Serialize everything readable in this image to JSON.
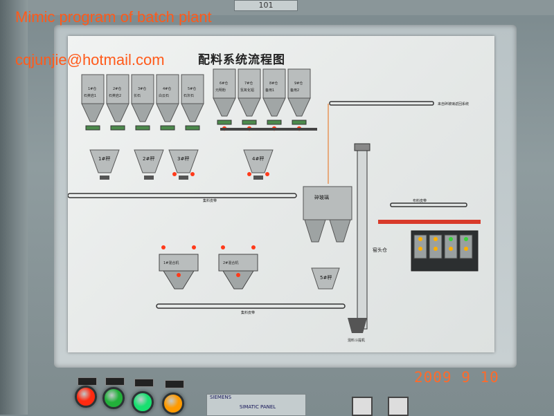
{
  "overlay": {
    "title": "Mimic program of batch plant",
    "email": "cqjunjie@hotmail.com",
    "date": "2009  9 10"
  },
  "cabinet": {
    "tag": "101"
  },
  "panel": {
    "heading": "配料系统流程图",
    "silos": [
      "1#仓",
      "2#仓",
      "3#仓",
      "4#仓",
      "5#仓",
      "6#仓",
      "7#仓",
      "8#仓",
      "9#仓"
    ],
    "silo_materials": [
      "石英岩1",
      "石英岩2",
      "长石",
      "白云石",
      "石灰石",
      "元明粉",
      "氢氧化铝",
      "备用1",
      "备用2"
    ],
    "scales": [
      "1#秤",
      "2#秤",
      "3#秤",
      "4#秤",
      "5#秤"
    ],
    "mixers": [
      "1#混合机",
      "2#混合机"
    ],
    "cullet_bin": "碎玻璃",
    "kiln_bin": "窑头仓",
    "belt_labels": {
      "top_return": "来自碎玻璃返回系统",
      "main_belt": "集料皮带",
      "lower_belt": "集料皮带",
      "elevator": "混料斗提机",
      "fan": "布料皮带"
    },
    "colors": {
      "alarm_red": "#ff3a1a",
      "run_green": "#39d23a",
      "amber": "#ffb000"
    }
  },
  "controls": {
    "buttons": [
      {
        "color": "#ff2a10"
      },
      {
        "color": "#22b03a"
      },
      {
        "color": "#18e070"
      },
      {
        "color": "#ff9a00"
      }
    ],
    "hmi_brand": "SIEMENS",
    "hmi_model": "SIMATIC PANEL"
  }
}
